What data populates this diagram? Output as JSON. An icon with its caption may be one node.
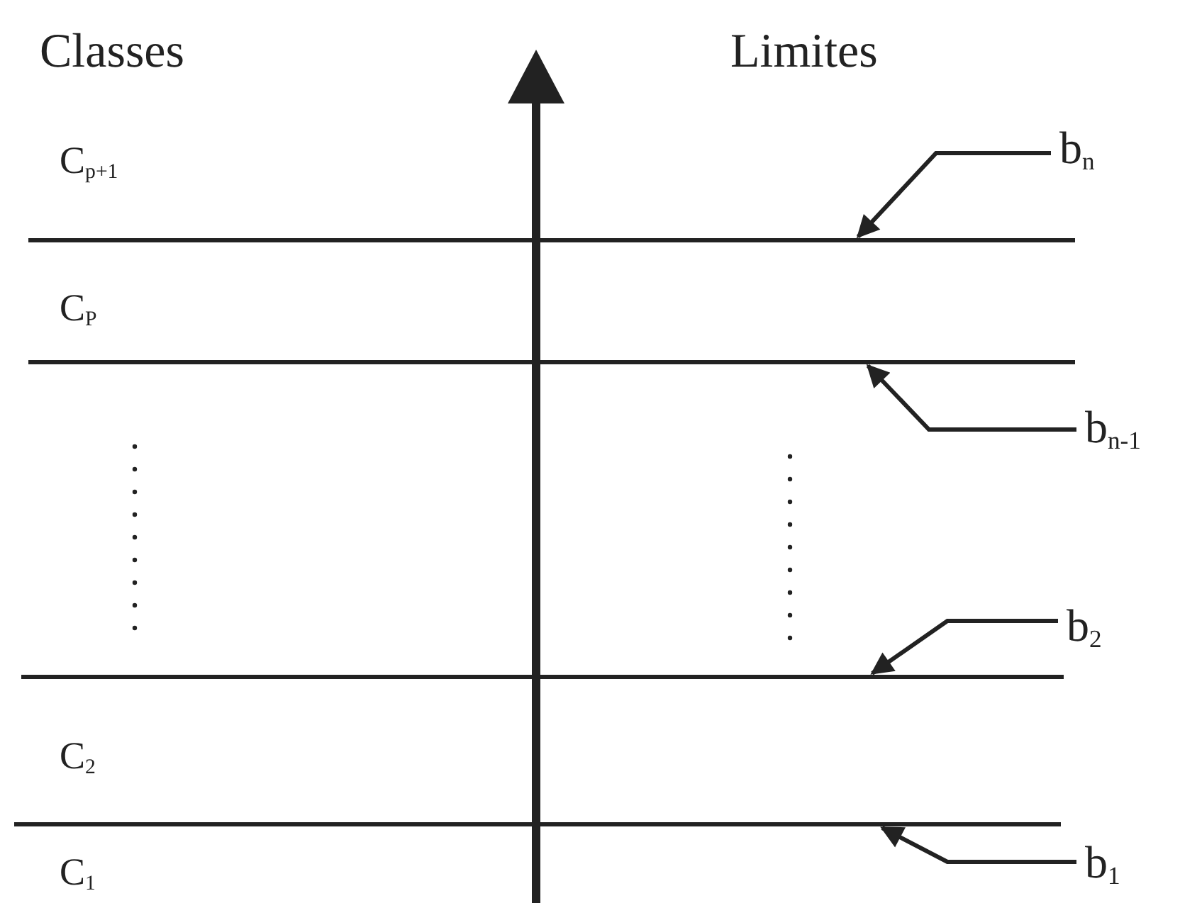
{
  "diagram": {
    "nodes": [
      {
        "text": [
          "b$_{n}$"
        ]
      },
      {
        "text": [],
        "shape": "line"
      },
      {
        "text": [
          "b$_{n-1}$"
        ]
      },
      {
        "text": [],
        "shape": "line"
      },
      {
        "text": [
          "b$_{2}$"
        ]
      },
      {
        "text": [],
        "shape": "line"
      },
      {
        "text": [
          "b$_{1}$"
        ]
      },
      {
        "text": [],
        "shape": "line"
      }
    ],
    "edges": [
      {
        "from": 0,
        "to": 1,
        "arrow": "to"
      },
      {
        "from": 2,
        "to": 3,
        "arrow": "to"
      },
      {
        "from": 4,
        "to": 5,
        "arrow": "to"
      },
      {
        "from": 6,
        "to": 7,
        "arrow": "to"
      }
    ],
    "labels": [
      "Classes",
      "Limites",
      "C$_{p+1}$",
      "C$_{P}$",
      "C$_{2}$",
      "C$_{1}$"
    ]
  }
}
